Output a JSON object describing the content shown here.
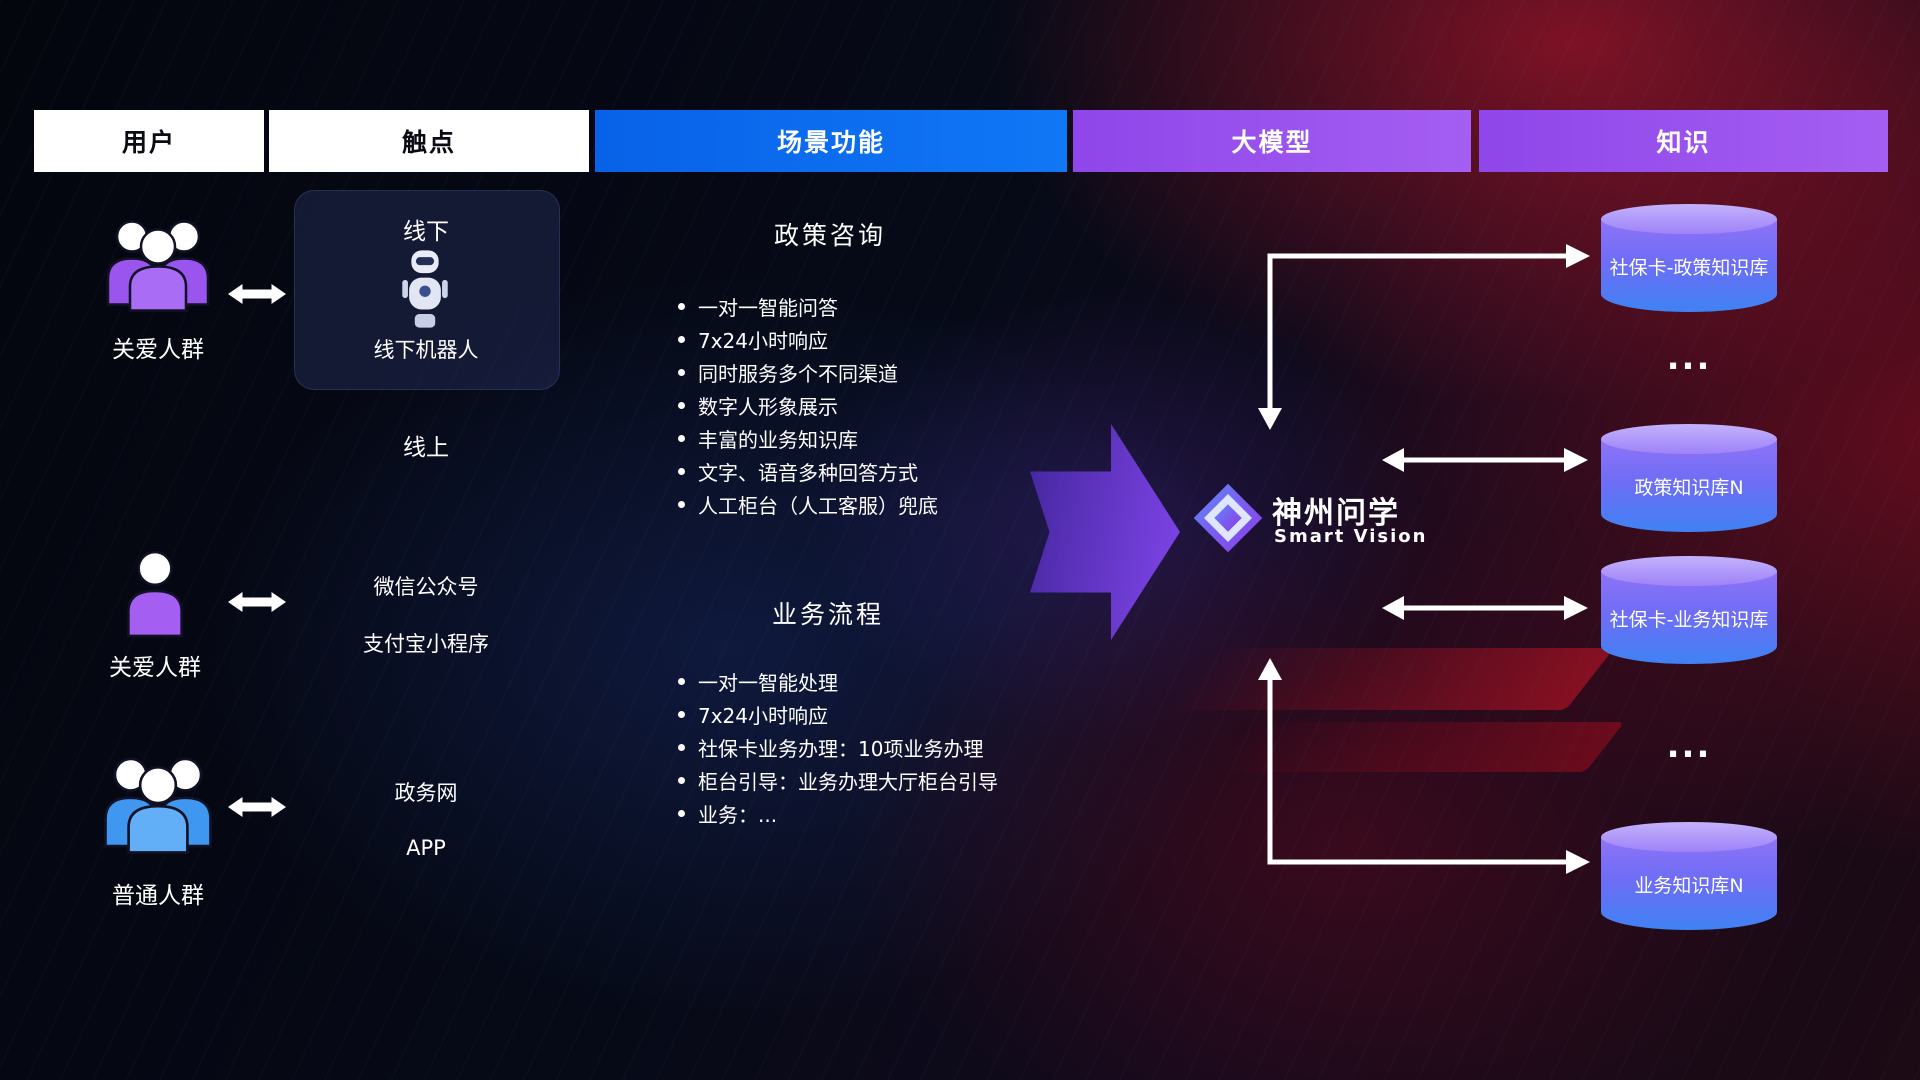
{
  "header": {
    "columns": [
      {
        "label": "用户"
      },
      {
        "label": "触点"
      },
      {
        "label": "场景功能"
      },
      {
        "label": "大模型"
      },
      {
        "label": "知识"
      }
    ]
  },
  "users": {
    "items": [
      {
        "label": "关爱人群",
        "icon": "people-group-purple-icon"
      },
      {
        "label": "关爱人群",
        "icon": "person-purple-icon"
      },
      {
        "label": "普通人群",
        "icon": "people-group-blue-icon"
      }
    ]
  },
  "touchpoints": {
    "offline_title": "线下",
    "offline_robot_label": "线下机器人",
    "online_title": "线上",
    "channels": [
      "微信公众号",
      "支付宝小程序",
      "政务网",
      "APP"
    ]
  },
  "scenarios": {
    "policy": {
      "title": "政策咨询",
      "items": [
        "一对一智能问答",
        "7x24小时响应",
        "同时服务多个不同渠道",
        "数字人形象展示",
        "丰富的业务知识库",
        "文字、语音多种回答方式",
        "人工柜台（人工客服）兜底"
      ]
    },
    "business": {
      "title": "业务流程",
      "items": [
        "一对一智能处理",
        "7x24小时响应",
        "社保卡业务办理：10项业务办理",
        "柜台引导：业务办理大厅柜台引导",
        "业务：..."
      ]
    }
  },
  "model": {
    "name": "神州问学",
    "subtitle": "Smart Vision"
  },
  "knowledge": {
    "databases": [
      "社保卡-政策知识库",
      "政策知识库N",
      "社保卡-业务知识库",
      "业务知识库N"
    ],
    "ellipsis": "..."
  },
  "colors": {
    "header_blue": "#0a6cf0",
    "header_purple": "#9b4ff0",
    "cylinder_top": "#b3a0fb",
    "cylinder_purple": "#8f74f7",
    "cylinder_blue": "#3f82f4",
    "flow_arrow_purple": "#8448f0",
    "background_red_glow": "#d7192d",
    "background_navy": "#060a17"
  }
}
